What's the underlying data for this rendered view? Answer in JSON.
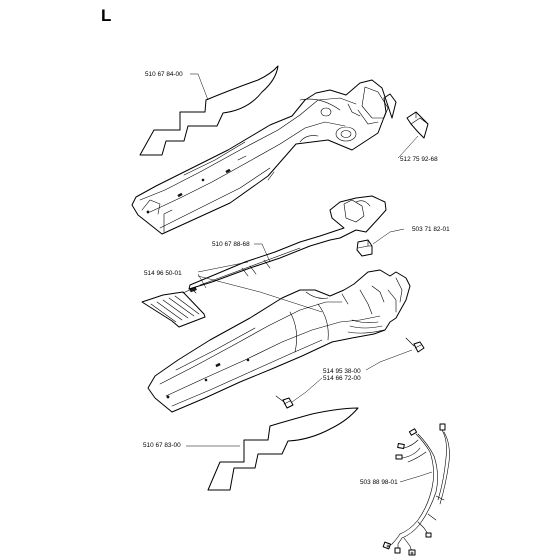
{
  "section_letter": "L",
  "part_numbers": {
    "upper_sticker": "510 67 84-00",
    "clip": "512 75 92-68",
    "throttle_rod": "510 67 88-68",
    "nut": "503 71 82-01",
    "screw_set": "514 96 50-01",
    "screw_a": "514 95 38-00",
    "screw_b": "514 66 72-00",
    "lower_sticker": "510 67 83-00",
    "wiring": "503 88 98-01"
  }
}
